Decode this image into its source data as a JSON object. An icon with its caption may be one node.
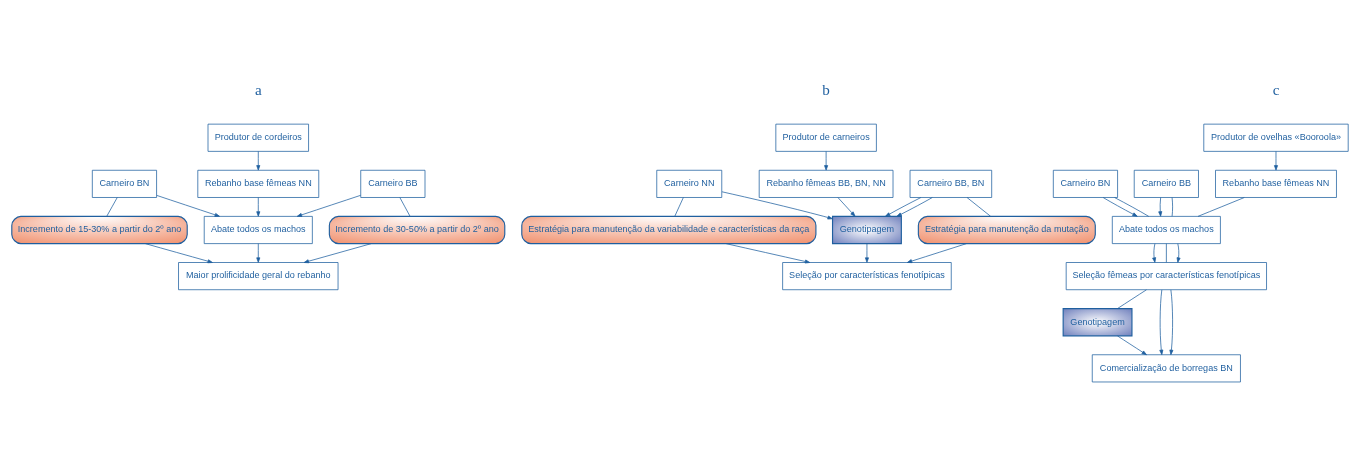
{
  "diagram": {
    "nodes": [
      {
        "text": [
          "Produtor de cordeiros"
        ]
      },
      {
        "text": [
          "Rebanho base fêmeas NN"
        ]
      },
      {
        "text": [
          "Carneiro BN"
        ]
      },
      {
        "text": [
          "Carneiro BB"
        ]
      },
      {
        "text": [
          "Abate todos os machos"
        ]
      },
      {
        "text": [
          "Incremento de 15-30% a partir do 2º ano"
        ]
      },
      {
        "text": [
          "Incremento de 30-50% a partir do 2º ano"
        ]
      },
      {
        "text": [
          "Maior prolificidade geral do rebanho"
        ]
      },
      {
        "text": [
          "Produtor de carneiros"
        ]
      },
      {
        "text": [
          "Rebanho fêmeas BB, BN, NN"
        ]
      },
      {
        "text": [
          "Carneiro NN"
        ]
      },
      {
        "text": [
          "Carneiro BB, BN"
        ]
      },
      {
        "text": [
          "Genotipagem"
        ]
      },
      {
        "text": [
          "Estratégia para manutenção da variabilidade e características da raça"
        ]
      },
      {
        "text": [
          "Estratégia para manutenção da mutação"
        ]
      },
      {
        "text": [
          "Seleção por características fenotípicas"
        ]
      },
      {
        "text": [
          "Produtor de ovelhas «Booroola»"
        ]
      },
      {
        "text": [
          "Rebanho base fêmeas NN"
        ]
      },
      {
        "text": [
          "Carneiro BN"
        ]
      },
      {
        "text": [
          "Carneiro BB"
        ]
      },
      {
        "text": [
          "Abate todos os machos"
        ]
      },
      {
        "text": [
          "Seleção fêmeas por características fenotípicas"
        ]
      },
      {
        "text": [
          "Genotipagem"
        ]
      },
      {
        "text": [
          "Comercialização de borregas BN"
        ]
      }
    ],
    "edges": [
      {
        "from": 0,
        "to": 1,
        "arrow": "to"
      },
      {
        "from": 1,
        "to": 4,
        "arrow": "to"
      },
      {
        "from": 2,
        "to": 4,
        "arrow": "to"
      },
      {
        "from": 3,
        "to": 4,
        "arrow": "to"
      },
      {
        "from": 2,
        "to": 5,
        "arrow": "none"
      },
      {
        "from": 3,
        "to": 6,
        "arrow": "none"
      },
      {
        "from": 5,
        "to": 7,
        "arrow": "to"
      },
      {
        "from": 4,
        "to": 7,
        "arrow": "to"
      },
      {
        "from": 6,
        "to": 7,
        "arrow": "to"
      },
      {
        "from": 8,
        "to": 9,
        "arrow": "to"
      },
      {
        "from": 9,
        "to": 12,
        "arrow": "to"
      },
      {
        "from": 10,
        "to": 12,
        "arrow": "to"
      },
      {
        "from": 11,
        "to": 12,
        "arrow": "to"
      },
      {
        "from": 11,
        "to": 12,
        "arrow": "to"
      },
      {
        "from": 10,
        "to": 13,
        "arrow": "none"
      },
      {
        "from": 11,
        "to": 14,
        "arrow": "none"
      },
      {
        "from": 13,
        "to": 15,
        "arrow": "to"
      },
      {
        "from": 12,
        "to": 15,
        "arrow": "to"
      },
      {
        "from": 14,
        "to": 15,
        "arrow": "to"
      },
      {
        "from": 16,
        "to": 17,
        "arrow": "to"
      },
      {
        "from": 17,
        "to": 20,
        "arrow": "none"
      },
      {
        "from": 18,
        "to": 20,
        "arrow": "to"
      },
      {
        "from": 19,
        "to": 20,
        "arrow": "to"
      },
      {
        "from": 18,
        "to": 20,
        "arrow": "none"
      },
      {
        "from": 19,
        "to": 20,
        "arrow": "none"
      },
      {
        "from": 20,
        "to": 21,
        "arrow": "to"
      },
      {
        "from": 20,
        "to": 21,
        "arrow": "none"
      },
      {
        "from": 20,
        "to": 21,
        "arrow": "to"
      },
      {
        "from": 21,
        "to": 22,
        "arrow": "none"
      },
      {
        "from": 21,
        "to": 23,
        "arrow": "to"
      },
      {
        "from": 21,
        "to": 23,
        "arrow": "to"
      },
      {
        "from": 22,
        "to": 23,
        "arrow": "to"
      }
    ],
    "labels": [
      "a",
      "b",
      "c"
    ]
  }
}
